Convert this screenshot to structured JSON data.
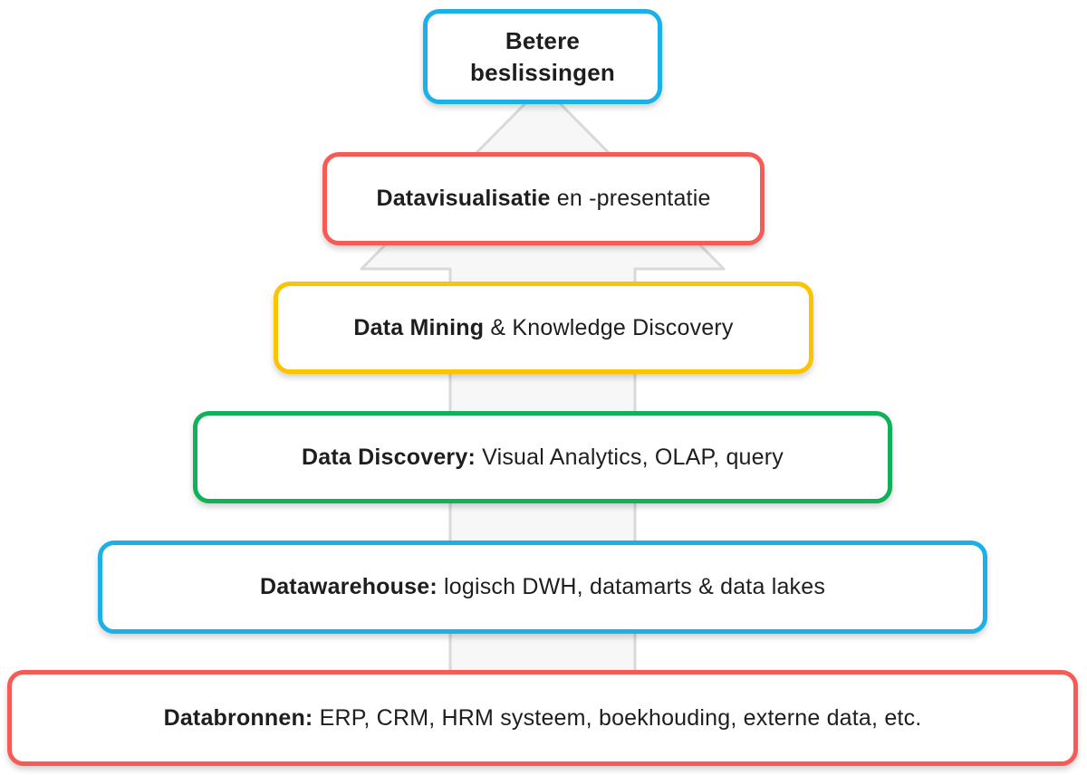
{
  "canvas": {
    "background": "#ffffff"
  },
  "arrow": {
    "description": "large upward arrow behind the stack",
    "fill": "#f7f7f7",
    "stroke": "#d9d9d9"
  },
  "boxes": [
    {
      "id": "betere-beslissingen",
      "bold": "Betere beslissingen",
      "rest": "",
      "border": "#1cb0e8"
    },
    {
      "id": "datavisualisatie",
      "bold": "Datavisualisatie",
      "rest": " en -presentatie",
      "border": "#f75b56"
    },
    {
      "id": "data-mining",
      "bold": "Data Mining",
      "rest": " & Knowledge Discovery",
      "border": "#fcc400"
    },
    {
      "id": "data-discovery",
      "bold": "Data Discovery:",
      "rest": " Visual Analytics, OLAP, query",
      "border": "#10b158"
    },
    {
      "id": "datawarehouse",
      "bold": "Datawarehouse:",
      "rest": " logisch DWH, datamarts & data lakes",
      "border": "#1cb0e8"
    },
    {
      "id": "databronnen",
      "bold": "Databronnen:",
      "rest": " ERP, CRM, HRM systeem, boekhouding, externe data, etc.",
      "border": "#f75b56"
    }
  ]
}
